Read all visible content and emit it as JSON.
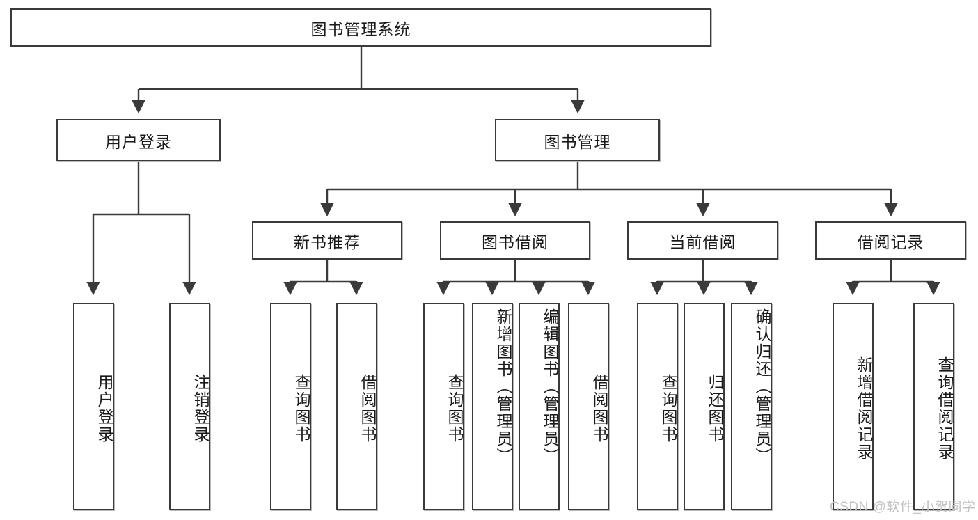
{
  "diagram": {
    "type": "hierarchy-tree",
    "title": "图书管理系统",
    "root": {
      "id": "root",
      "label": "图书管理系统"
    },
    "level1": [
      {
        "id": "user-login",
        "label": "用户登录"
      },
      {
        "id": "book-management",
        "label": "图书管理"
      }
    ],
    "level2": [
      {
        "id": "new-book-recommend",
        "label": "新书推荐",
        "parent": "book-management"
      },
      {
        "id": "book-borrow",
        "label": "图书借阅",
        "parent": "book-management"
      },
      {
        "id": "current-borrow",
        "label": "当前借阅",
        "parent": "book-management"
      },
      {
        "id": "borrow-record",
        "label": "借阅记录",
        "parent": "book-management"
      }
    ],
    "leaves": {
      "user_login": [
        {
          "id": "leaf-user-login",
          "label": "用户登录"
        },
        {
          "id": "leaf-logout-login",
          "label": "注销登录"
        }
      ],
      "new_book_recommend": [
        {
          "id": "leaf-query-book-1",
          "label": "查询图书"
        },
        {
          "id": "leaf-borrow-book-1",
          "label": "借阅图书"
        }
      ],
      "book_borrow": [
        {
          "id": "leaf-query-book-2",
          "label": "查询图书"
        },
        {
          "id": "leaf-add-book",
          "label": "新增图书（管理员）"
        },
        {
          "id": "leaf-edit-book",
          "label": "编辑图书（管理员）"
        },
        {
          "id": "leaf-borrow-book-2",
          "label": "借阅图书"
        }
      ],
      "current_borrow": [
        {
          "id": "leaf-query-book-3",
          "label": "查询图书"
        },
        {
          "id": "leaf-return-book",
          "label": "归还图书"
        },
        {
          "id": "leaf-confirm-return",
          "label": "确认归还（管理员）"
        }
      ],
      "borrow_record": [
        {
          "id": "leaf-add-record",
          "label": "新增借阅记录"
        },
        {
          "id": "leaf-query-record",
          "label": "查询借阅记录"
        }
      ]
    }
  },
  "watermark": {
    "text": "CSDN @软件_小贺同学"
  },
  "colors": {
    "stroke": "#3a3a3a",
    "fill": "#ffffff",
    "text": "#1a1a1a",
    "watermark": "#c2c2c2"
  }
}
